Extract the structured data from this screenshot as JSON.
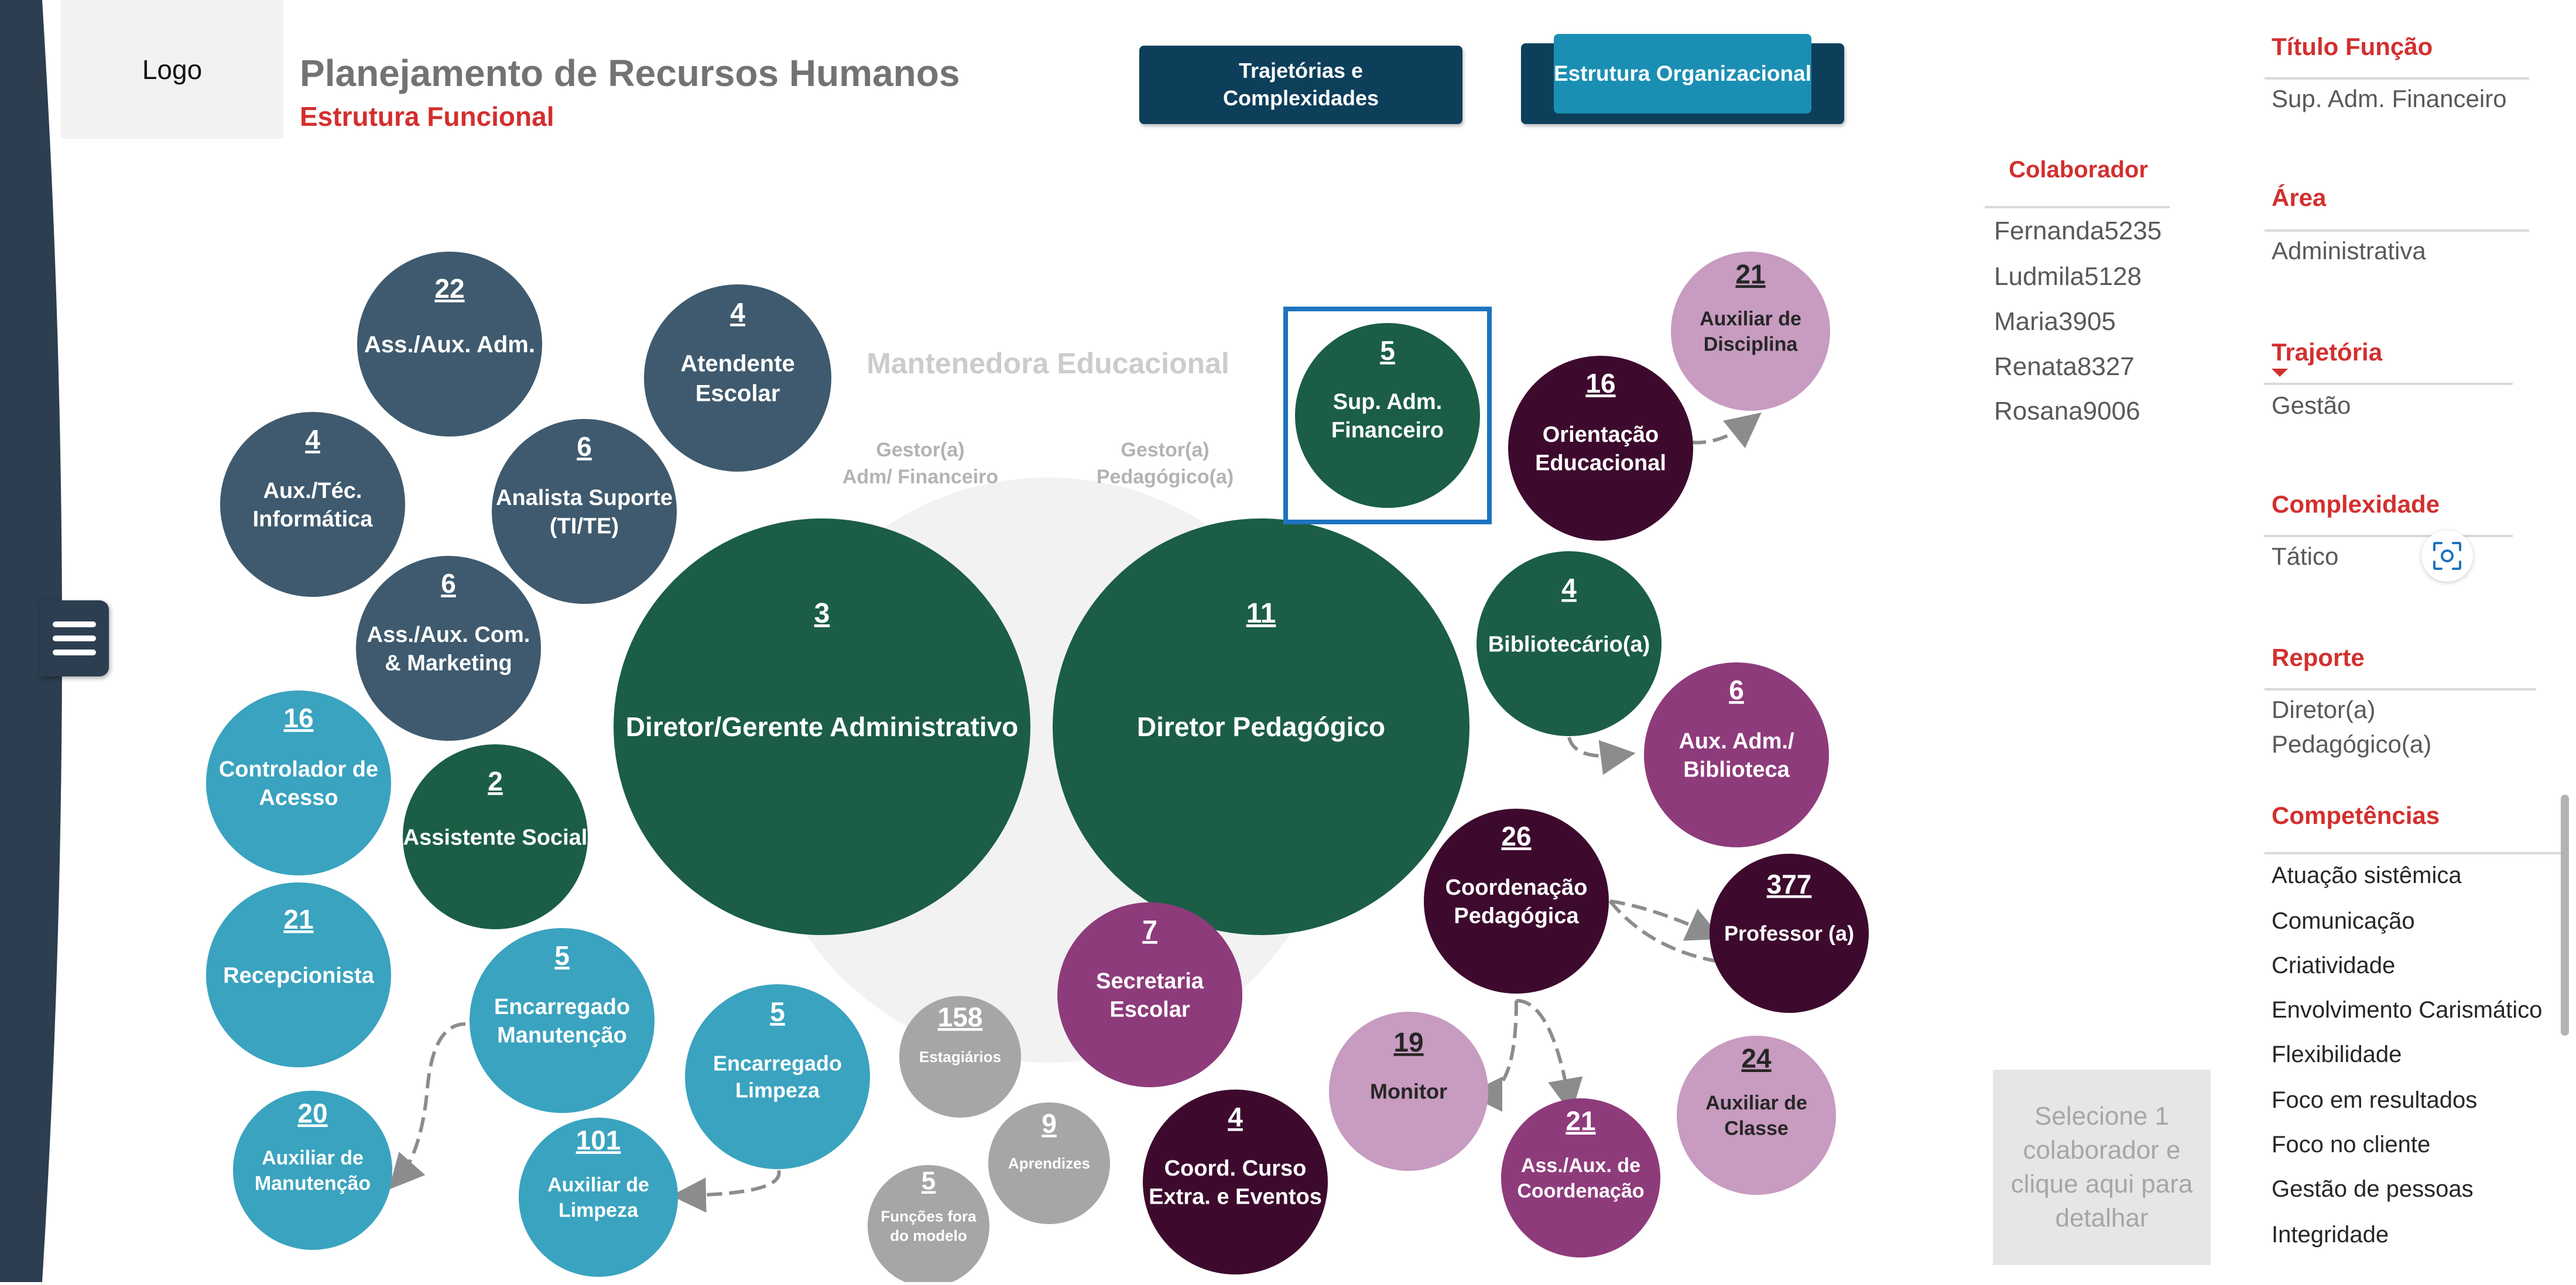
{
  "header": {
    "logo": "Logo",
    "title": "Planejamento de Recursos Humanos",
    "subtitle": "Estrutura Funcional",
    "btn_trajetorias": "Trajetórias e Complexidades",
    "btn_estrutura": "Estrutura Organizacional"
  },
  "colors": {
    "sidebar": "#2c3e50",
    "accent_red": "#d32f2f",
    "slate": "#3f5a6e",
    "teal": "#3aa3bf",
    "green": "#1b5e45",
    "gray": "#a6a6a6",
    "magenta": "#8e3b7b",
    "dark_purple": "#3d0a2e",
    "light_purple": "#c89bc0",
    "button_dark": "#0d3f5b",
    "button_light": "#1a8fb3",
    "selection": "#1e73be"
  },
  "diagram": {
    "org_label": "Mantenedora Educacional",
    "group_labels": [
      "Gestor(a) Adm/ Financeiro",
      "Gestor(a) Pedagógico(a)"
    ],
    "roles": [
      {
        "count": "22",
        "name": "Ass./Aux. Adm.",
        "color": "slate"
      },
      {
        "count": "4",
        "name": "Atendente Escolar",
        "color": "slate"
      },
      {
        "count": "4",
        "name": "Aux./Téc. Informática",
        "color": "slate"
      },
      {
        "count": "6",
        "name": "Analista Suporte (TI/TE)",
        "color": "slate"
      },
      {
        "count": "6",
        "name": "Ass./Aux. Com. & Marketing",
        "color": "slate"
      },
      {
        "count": "16",
        "name": "Controlador de Acesso",
        "color": "teal"
      },
      {
        "count": "2",
        "name": "Assistente Social",
        "color": "green"
      },
      {
        "count": "21",
        "name": "Recepcionista",
        "color": "teal"
      },
      {
        "count": "5",
        "name": "Encarregado Manutenção",
        "color": "teal"
      },
      {
        "count": "20",
        "name": "Auxiliar de Manutenção",
        "color": "teal"
      },
      {
        "count": "5",
        "name": "Encarregado Limpeza",
        "color": "teal"
      },
      {
        "count": "101",
        "name": "Auxiliar de Limpeza",
        "color": "teal"
      },
      {
        "count": "158",
        "name": "Estagiários",
        "color": "gray"
      },
      {
        "count": "9",
        "name": "Aprendizes",
        "color": "gray"
      },
      {
        "count": "5",
        "name": "Funções fora do modelo",
        "color": "gray"
      },
      {
        "count": "3",
        "name": "Diretor/Gerente Administrativo",
        "color": "green"
      },
      {
        "count": "11",
        "name": "Diretor Pedagógico",
        "color": "green"
      },
      {
        "count": "5",
        "name": "Sup. Adm. Financeiro",
        "color": "green"
      },
      {
        "count": "16",
        "name": "Orientação Educacional",
        "color": "dark_purple"
      },
      {
        "count": "21",
        "name": "Auxiliar de Disciplina",
        "color": "light_purple"
      },
      {
        "count": "4",
        "name": "Bibliotecário(a)",
        "color": "green"
      },
      {
        "count": "6",
        "name": "Aux. Adm./ Biblioteca",
        "color": "magenta"
      },
      {
        "count": "26",
        "name": "Coordenação Pedagógica",
        "color": "dark_purple"
      },
      {
        "count": "377",
        "name": "Professor (a)",
        "color": "dark_purple"
      },
      {
        "count": "7",
        "name": "Secretaria Escolar",
        "color": "magenta"
      },
      {
        "count": "19",
        "name": "Monitor",
        "color": "light_purple"
      },
      {
        "count": "21",
        "name": "Ass./Aux. de Coordenação",
        "color": "magenta"
      },
      {
        "count": "24",
        "name": "Auxiliar de Classe",
        "color": "light_purple"
      },
      {
        "count": "4",
        "name": "Coord. Curso Extra. e Eventos",
        "color": "dark_purple"
      }
    ],
    "selected_role": "Sup. Adm. Financeiro"
  },
  "colaboradores": {
    "header": "Colaborador",
    "items": [
      "Fernanda5235",
      "Ludmila5128",
      "Maria3905",
      "Renata8327",
      "Rosana9006"
    ],
    "select_hint": "Selecione 1 colaborador e clique aqui para detalhar"
  },
  "details": {
    "titulo_label": "Título Função",
    "titulo_value": "Sup. Adm. Financeiro",
    "area_label": "Área",
    "area_value": "Administrativa",
    "trajetoria_label": "Trajetória",
    "trajetoria_value": "Gestão",
    "complexidade_label": "Complexidade",
    "complexidade_value": "Tático",
    "reporte_label": "Reporte",
    "reporte_value": "Diretor(a) Pedagógico(a)",
    "competencias_label": "Competências",
    "competencias": [
      "Atuação sistêmica",
      "Comunicação",
      "Criatividade",
      "Envolvimento Carismático",
      "Flexibilidade",
      "Foco em resultados",
      "Foco no cliente",
      "Gestão de pessoas",
      "Integridade"
    ]
  }
}
